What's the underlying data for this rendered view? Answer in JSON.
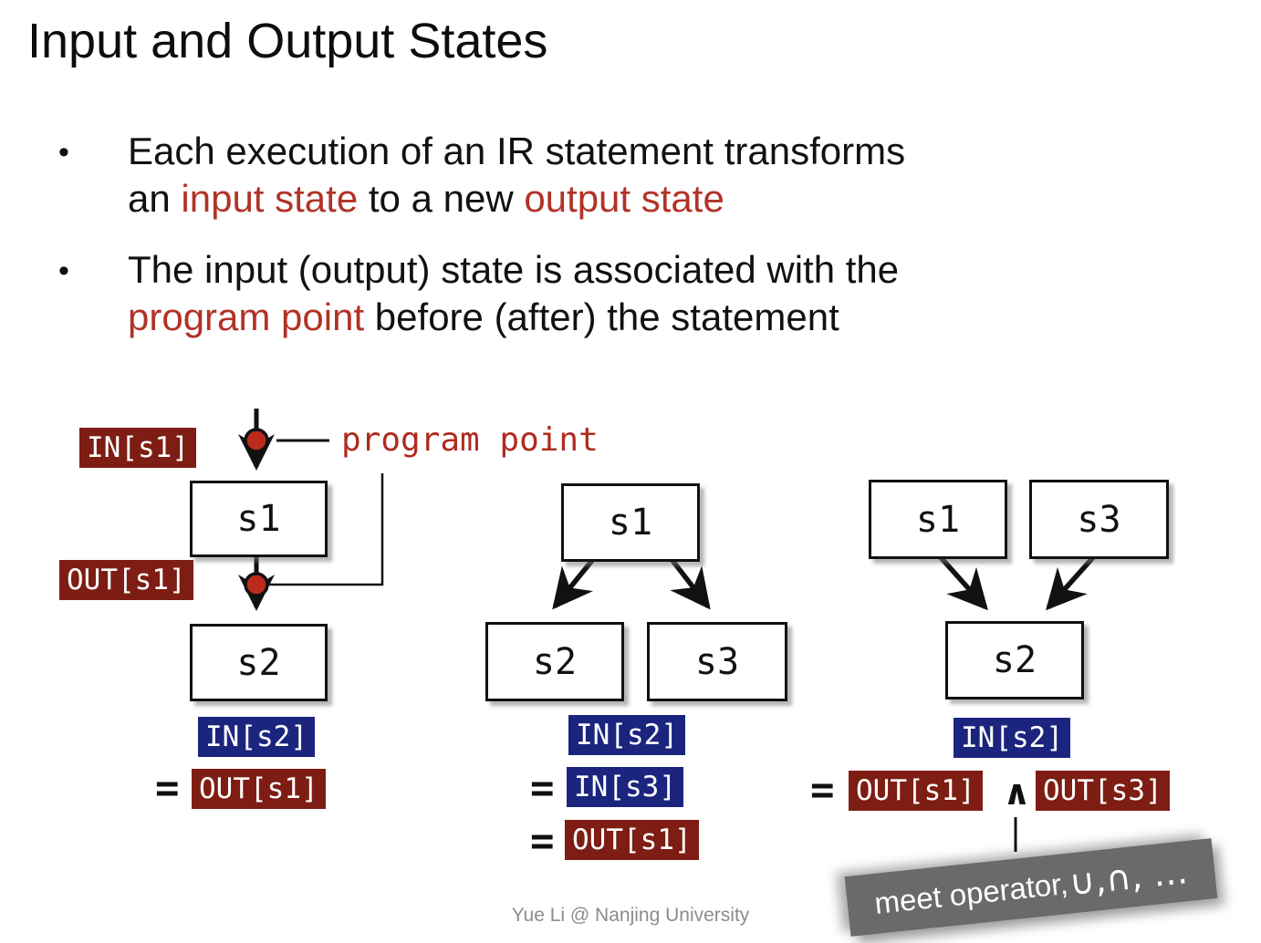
{
  "slide": {
    "title": "Input and Output States",
    "footer": "Yue Li @ Nanjing University",
    "bullet_char": "•"
  },
  "bullets": {
    "b1": {
      "line1": "Each execution of an IR statement transforms",
      "pre2": "an ",
      "highlight1": "input state",
      "mid": " to a new ",
      "highlight2": "output state"
    },
    "b2": {
      "line1": "The input (output) state is associated with the",
      "highlight1": "program point",
      "post": " before (after) the statement"
    }
  },
  "diagram_left": {
    "in_chip": "IN[s1]",
    "out_chip": "OUT[s1]",
    "program_point": "program point",
    "box_s1": "s1",
    "box_s2": "s2",
    "eq_lhs": "IN[s2]",
    "eq_sign": "=",
    "eq_rhs": "OUT[s1]"
  },
  "diagram_middle": {
    "box_s1": "s1",
    "box_s2": "s2",
    "box_s3": "s3",
    "eq_lhs": "IN[s2]",
    "eq_sign1": "=",
    "eq_mid": "IN[s3]",
    "eq_sign2": "=",
    "eq_rhs": "OUT[s1]"
  },
  "diagram_right": {
    "box_s1": "s1",
    "box_s3": "s3",
    "box_s2": "s2",
    "eq_lhs": "IN[s2]",
    "eq_sign": "=",
    "eq_out1": "OUT[s1]",
    "meet_symbol": "∧",
    "eq_out2": "OUT[s3]",
    "banner_text": "meet operator, ",
    "banner_symbols": "∪,∩, …"
  },
  "colors": {
    "highlight_red": "#B23227",
    "program_point_red": "#AF2B1F",
    "chip_dark_red": "#7E1D13",
    "chip_blue": "#1B257E",
    "dot_red": "#BB2A1C",
    "banner_gray": "#6A6A6A"
  }
}
